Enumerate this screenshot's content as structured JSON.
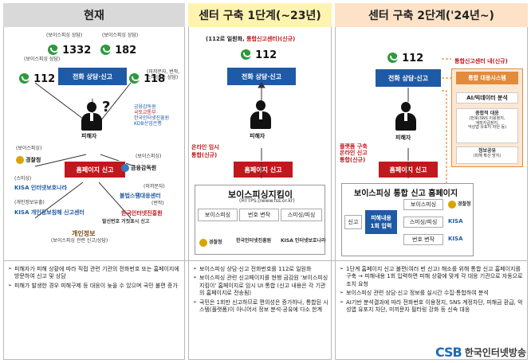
{
  "headers": {
    "now": "현재",
    "stage1": "센터 구축 1단계(~23년)",
    "stage2": "센터 구축 2단계('24년~)"
  },
  "col1": {
    "label_voice1": "(보이스피싱 상담)",
    "num_1332": "1332",
    "label_voice2": "(보이스피싱 상담)",
    "num_182": "182",
    "label_voice3": "(보이스피싱 상담)",
    "num_112": "112",
    "num_118": "118",
    "label_118": "(미끼문자, 번작,\n스미싱 등 상담)",
    "blue_box": "전화 상담·신고",
    "victim": "피해자",
    "red_box": "홈페이지 신고",
    "label_police": "(보이스피싱)",
    "police": "경찰청",
    "label_kisa1": "(스미싱)",
    "kisa1": "KISA 인터넷보호나라",
    "label_kisa2": "(개인정보유출)",
    "kisa2": "KISA 개인정보침해 신고센터",
    "label_fss": "(보이스피싱)",
    "fss": "금융감독원",
    "label_spam": "(미끼문자)",
    "spam": "불법스팸대응센터",
    "label_tel": "(번작)",
    "tel": "한국인터넷진흥원",
    "bottom_caption": "발신번호 거짓표시 신고",
    "logo_bottom": "개인정보",
    "logo_bottom_caption": "(보이스피싱 관련 신고/상담)",
    "bank_logos": [
      "금융감독원",
      "국토교통부",
      "한국인터넷진흥원",
      "KDB산업은행"
    ]
  },
  "col2": {
    "top_label_a": "(112로 일원화, ",
    "top_label_b": "통합신고센터",
    "top_label_c": ")(신규)",
    "num_112": "112",
    "blue_box": "전화 상담·신고",
    "victim": "피해자",
    "online_label": "온라인 임시\n통합(신규)",
    "red_box": "홈페이지 신고",
    "site_title": "보이스피싱지킴이",
    "site_url": "(HTTPS://www.fss.or.kr)",
    "tabs": [
      "보이스피싱",
      "번호 변작",
      "스미싱/피싱"
    ],
    "logos": [
      "경찰청",
      "한국인터넷진흥원",
      "KISA 인터넷보호나라"
    ]
  },
  "col3": {
    "num_112": "112",
    "blue_box": "전화 상담·신고",
    "victim": "피해자",
    "platform_label": "플랫폼 구축\n온라인 신고\n통합(신규)",
    "red_box": "홈페이지 신고",
    "site_title": "보이스피싱 통합 신고 홈페이지",
    "flow_report": "신고",
    "flow_center": "피해내용\n1회 입력",
    "flow_items": [
      "보이스피싱",
      "스미싱/피싱",
      "번호 변작"
    ],
    "flow_logos": [
      "경찰청",
      "KISA",
      "KISA"
    ],
    "side_title": "통합신고센터 내(신규)",
    "side_system": "통합 대응시스템",
    "side_ai": "AI/빅데이터 분석",
    "side_combined_title": "종합적 대응",
    "side_combined_desc": "(번호(SNS 이용정지,\n계좌지급정지,\n악성앱 유포지 차단 등)",
    "side_share_title": "정보공유",
    "side_share_desc": "(피해 확산 방지)"
  },
  "bullets": {
    "col1": [
      "피해자가 피해 상황에 따라 직접 관련 기관의 전화번호 또는 홈페이지에 방문하여 신고 및 상담",
      "피해가 발생한 경우 피해구제 등 대응이 늦을 수 있으며 국민 불편 증가"
    ],
    "col2": [
      "보이스피싱 상담·신고 전화번호를 112로 일원화",
      "보이스피싱 관련 신고페이지를 현행 금감원 '보이스피싱지킴이' 홈페이지로 임시 UI 통합 (신고 내용은 각 기관의 홈페이지로 전송됨)",
      "국민은 1회만 신고하므로 편의성은 증가하나, 통합된 시스템(플랫폼)이 아니어서 정보 분석·공유에 다소 한계"
    ],
    "col3": [
      "1단계 홈페이지 신고 불편(여러 번 신고) 해소를 위해 통합 신고 홈페이지를 구축 → 피해내용 1회 입력하면 피해 상황에 맞게 각 대응 기관으로 자동으로 조치 요청",
      "보이스피싱 관련 상담·신고 정보를 실시간 수집·통합하여 분석",
      "AI기반 분석결과에 따라 전화번호 이용정지, SNS 계정차단, 피해금 환급, 악성앱 유포지 차단, 미끼문자 필터링 강화 등 신속 대응"
    ]
  },
  "watermark": {
    "brand": "CSB",
    "name": "한국인터넷방송"
  },
  "colors": {
    "blue": "#1f5aa6",
    "red": "#c0181d",
    "green": "#2d9a3e",
    "orange": "#e28b3a"
  }
}
